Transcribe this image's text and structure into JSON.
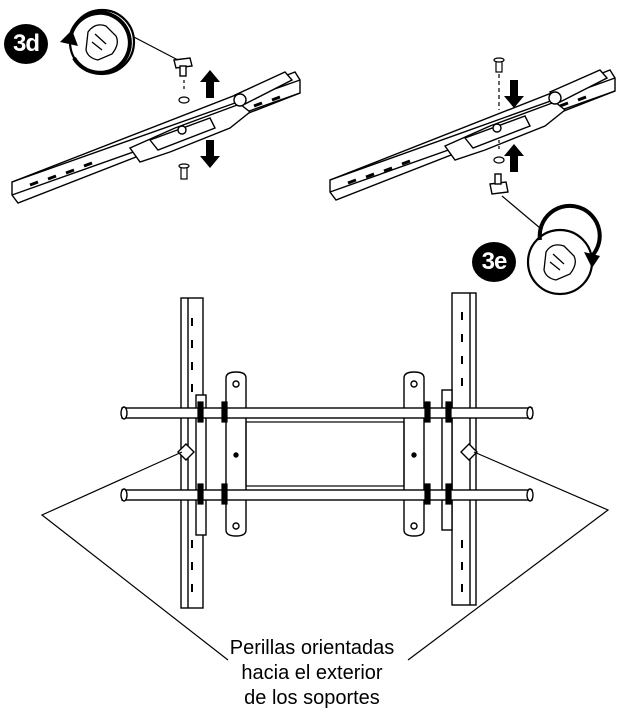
{
  "steps": [
    {
      "badge": "3d",
      "rotation": "counterclockwise"
    },
    {
      "badge": "3e",
      "rotation": "clockwise"
    }
  ],
  "caption_lines": [
    "Perillas orientadas",
    "hacia el exterior",
    "de los soportes"
  ],
  "icons": {
    "ccw": "rotate-counterclockwise-icon",
    "cw": "rotate-clockwise-icon",
    "hand": "hand-tighten-icon"
  }
}
